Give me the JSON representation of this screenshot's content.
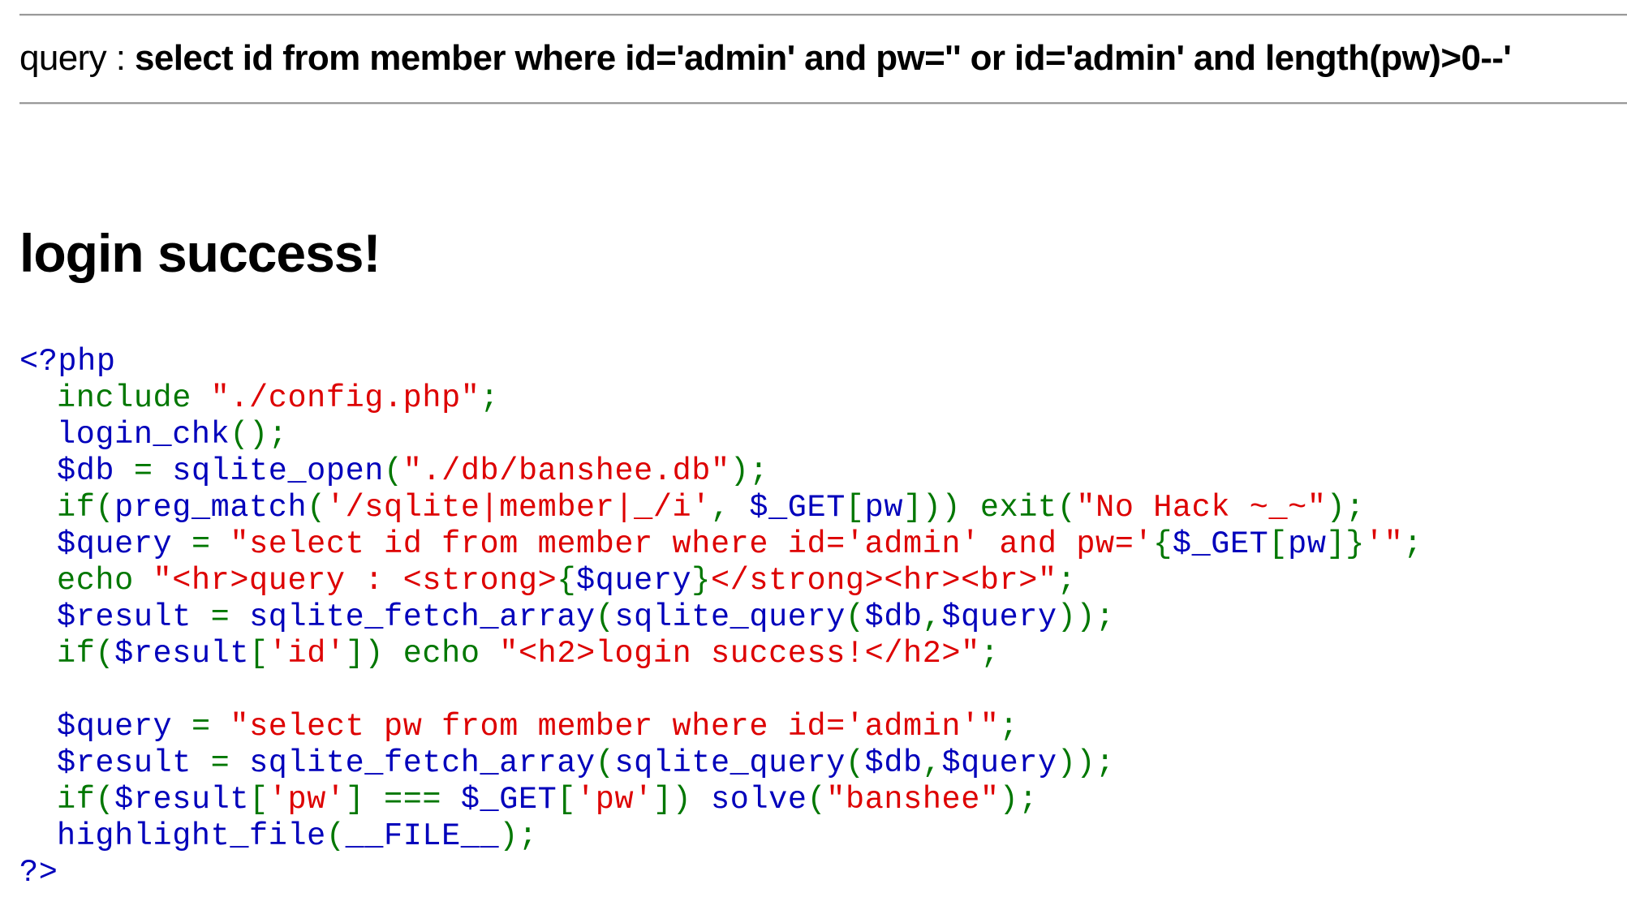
{
  "header": {
    "query_label": "query : ",
    "query_value": "select id from member where id='admin' and pw='' or id='admin' and length(pw)>0--'"
  },
  "result": {
    "message": "login success!"
  },
  "source": {
    "open_tag": "<?php",
    "close_tag": "?>",
    "lines": [
      [
        {
          "t": "include ",
          "c": "kw"
        },
        {
          "t": "\"./config.php\"",
          "c": "str"
        },
        {
          "t": ";",
          "c": "kw"
        }
      ],
      [
        {
          "t": "login_chk",
          "c": "def"
        },
        {
          "t": "();",
          "c": "kw"
        }
      ],
      [
        {
          "t": "$db ",
          "c": "def"
        },
        {
          "t": "= ",
          "c": "kw"
        },
        {
          "t": "sqlite_open",
          "c": "def"
        },
        {
          "t": "(",
          "c": "kw"
        },
        {
          "t": "\"./db/banshee.db\"",
          "c": "str"
        },
        {
          "t": ");",
          "c": "kw"
        }
      ],
      [
        {
          "t": "if(",
          "c": "kw"
        },
        {
          "t": "preg_match",
          "c": "def"
        },
        {
          "t": "(",
          "c": "kw"
        },
        {
          "t": "'/sqlite|member|_/i'",
          "c": "str"
        },
        {
          "t": ", ",
          "c": "kw"
        },
        {
          "t": "$_GET",
          "c": "def"
        },
        {
          "t": "[",
          "c": "kw"
        },
        {
          "t": "pw",
          "c": "def"
        },
        {
          "t": "])) exit(",
          "c": "kw"
        },
        {
          "t": "\"No Hack ~_~\"",
          "c": "str"
        },
        {
          "t": ");",
          "c": "kw"
        }
      ],
      [
        {
          "t": "$query ",
          "c": "def"
        },
        {
          "t": "= ",
          "c": "kw"
        },
        {
          "t": "\"select id from member where id='admin' and pw='",
          "c": "str"
        },
        {
          "t": "{",
          "c": "kw"
        },
        {
          "t": "$_GET",
          "c": "def"
        },
        {
          "t": "[",
          "c": "kw"
        },
        {
          "t": "pw",
          "c": "def"
        },
        {
          "t": "]}",
          "c": "kw"
        },
        {
          "t": "'\"",
          "c": "str"
        },
        {
          "t": ";",
          "c": "kw"
        }
      ],
      [
        {
          "t": "echo ",
          "c": "kw"
        },
        {
          "t": "\"<hr>query : <strong>",
          "c": "str"
        },
        {
          "t": "{",
          "c": "kw"
        },
        {
          "t": "$query",
          "c": "def"
        },
        {
          "t": "}",
          "c": "kw"
        },
        {
          "t": "</strong><hr><br>\"",
          "c": "str"
        },
        {
          "t": ";",
          "c": "kw"
        }
      ],
      [
        {
          "t": "$result ",
          "c": "def"
        },
        {
          "t": "= ",
          "c": "kw"
        },
        {
          "t": "sqlite_fetch_array",
          "c": "def"
        },
        {
          "t": "(",
          "c": "kw"
        },
        {
          "t": "sqlite_query",
          "c": "def"
        },
        {
          "t": "(",
          "c": "kw"
        },
        {
          "t": "$db",
          "c": "def"
        },
        {
          "t": ",",
          "c": "kw"
        },
        {
          "t": "$query",
          "c": "def"
        },
        {
          "t": "));",
          "c": "kw"
        }
      ],
      [
        {
          "t": "if(",
          "c": "kw"
        },
        {
          "t": "$result",
          "c": "def"
        },
        {
          "t": "[",
          "c": "kw"
        },
        {
          "t": "'id'",
          "c": "str"
        },
        {
          "t": "]) echo ",
          "c": "kw"
        },
        {
          "t": "\"<h2>login success!</h2>\"",
          "c": "str"
        },
        {
          "t": ";",
          "c": "kw"
        }
      ],
      [],
      [
        {
          "t": "$query ",
          "c": "def"
        },
        {
          "t": "= ",
          "c": "kw"
        },
        {
          "t": "\"select pw from member where id='admin'\"",
          "c": "str"
        },
        {
          "t": ";",
          "c": "kw"
        }
      ],
      [
        {
          "t": "$result ",
          "c": "def"
        },
        {
          "t": "= ",
          "c": "kw"
        },
        {
          "t": "sqlite_fetch_array",
          "c": "def"
        },
        {
          "t": "(",
          "c": "kw"
        },
        {
          "t": "sqlite_query",
          "c": "def"
        },
        {
          "t": "(",
          "c": "kw"
        },
        {
          "t": "$db",
          "c": "def"
        },
        {
          "t": ",",
          "c": "kw"
        },
        {
          "t": "$query",
          "c": "def"
        },
        {
          "t": "));",
          "c": "kw"
        }
      ],
      [
        {
          "t": "if(",
          "c": "kw"
        },
        {
          "t": "$result",
          "c": "def"
        },
        {
          "t": "[",
          "c": "kw"
        },
        {
          "t": "'pw'",
          "c": "str"
        },
        {
          "t": "] === ",
          "c": "kw"
        },
        {
          "t": "$_GET",
          "c": "def"
        },
        {
          "t": "[",
          "c": "kw"
        },
        {
          "t": "'pw'",
          "c": "str"
        },
        {
          "t": "]) ",
          "c": "kw"
        },
        {
          "t": "solve",
          "c": "def"
        },
        {
          "t": "(",
          "c": "kw"
        },
        {
          "t": "\"banshee\"",
          "c": "str"
        },
        {
          "t": ");",
          "c": "kw"
        }
      ],
      [
        {
          "t": "highlight_file",
          "c": "def"
        },
        {
          "t": "(",
          "c": "kw"
        },
        {
          "t": "__FILE__",
          "c": "def"
        },
        {
          "t": ");",
          "c": "kw"
        }
      ]
    ]
  },
  "colors": {
    "default": "#0000bb",
    "keyword": "#007700",
    "string": "#dd0000",
    "rule": "#9a9a9a"
  }
}
